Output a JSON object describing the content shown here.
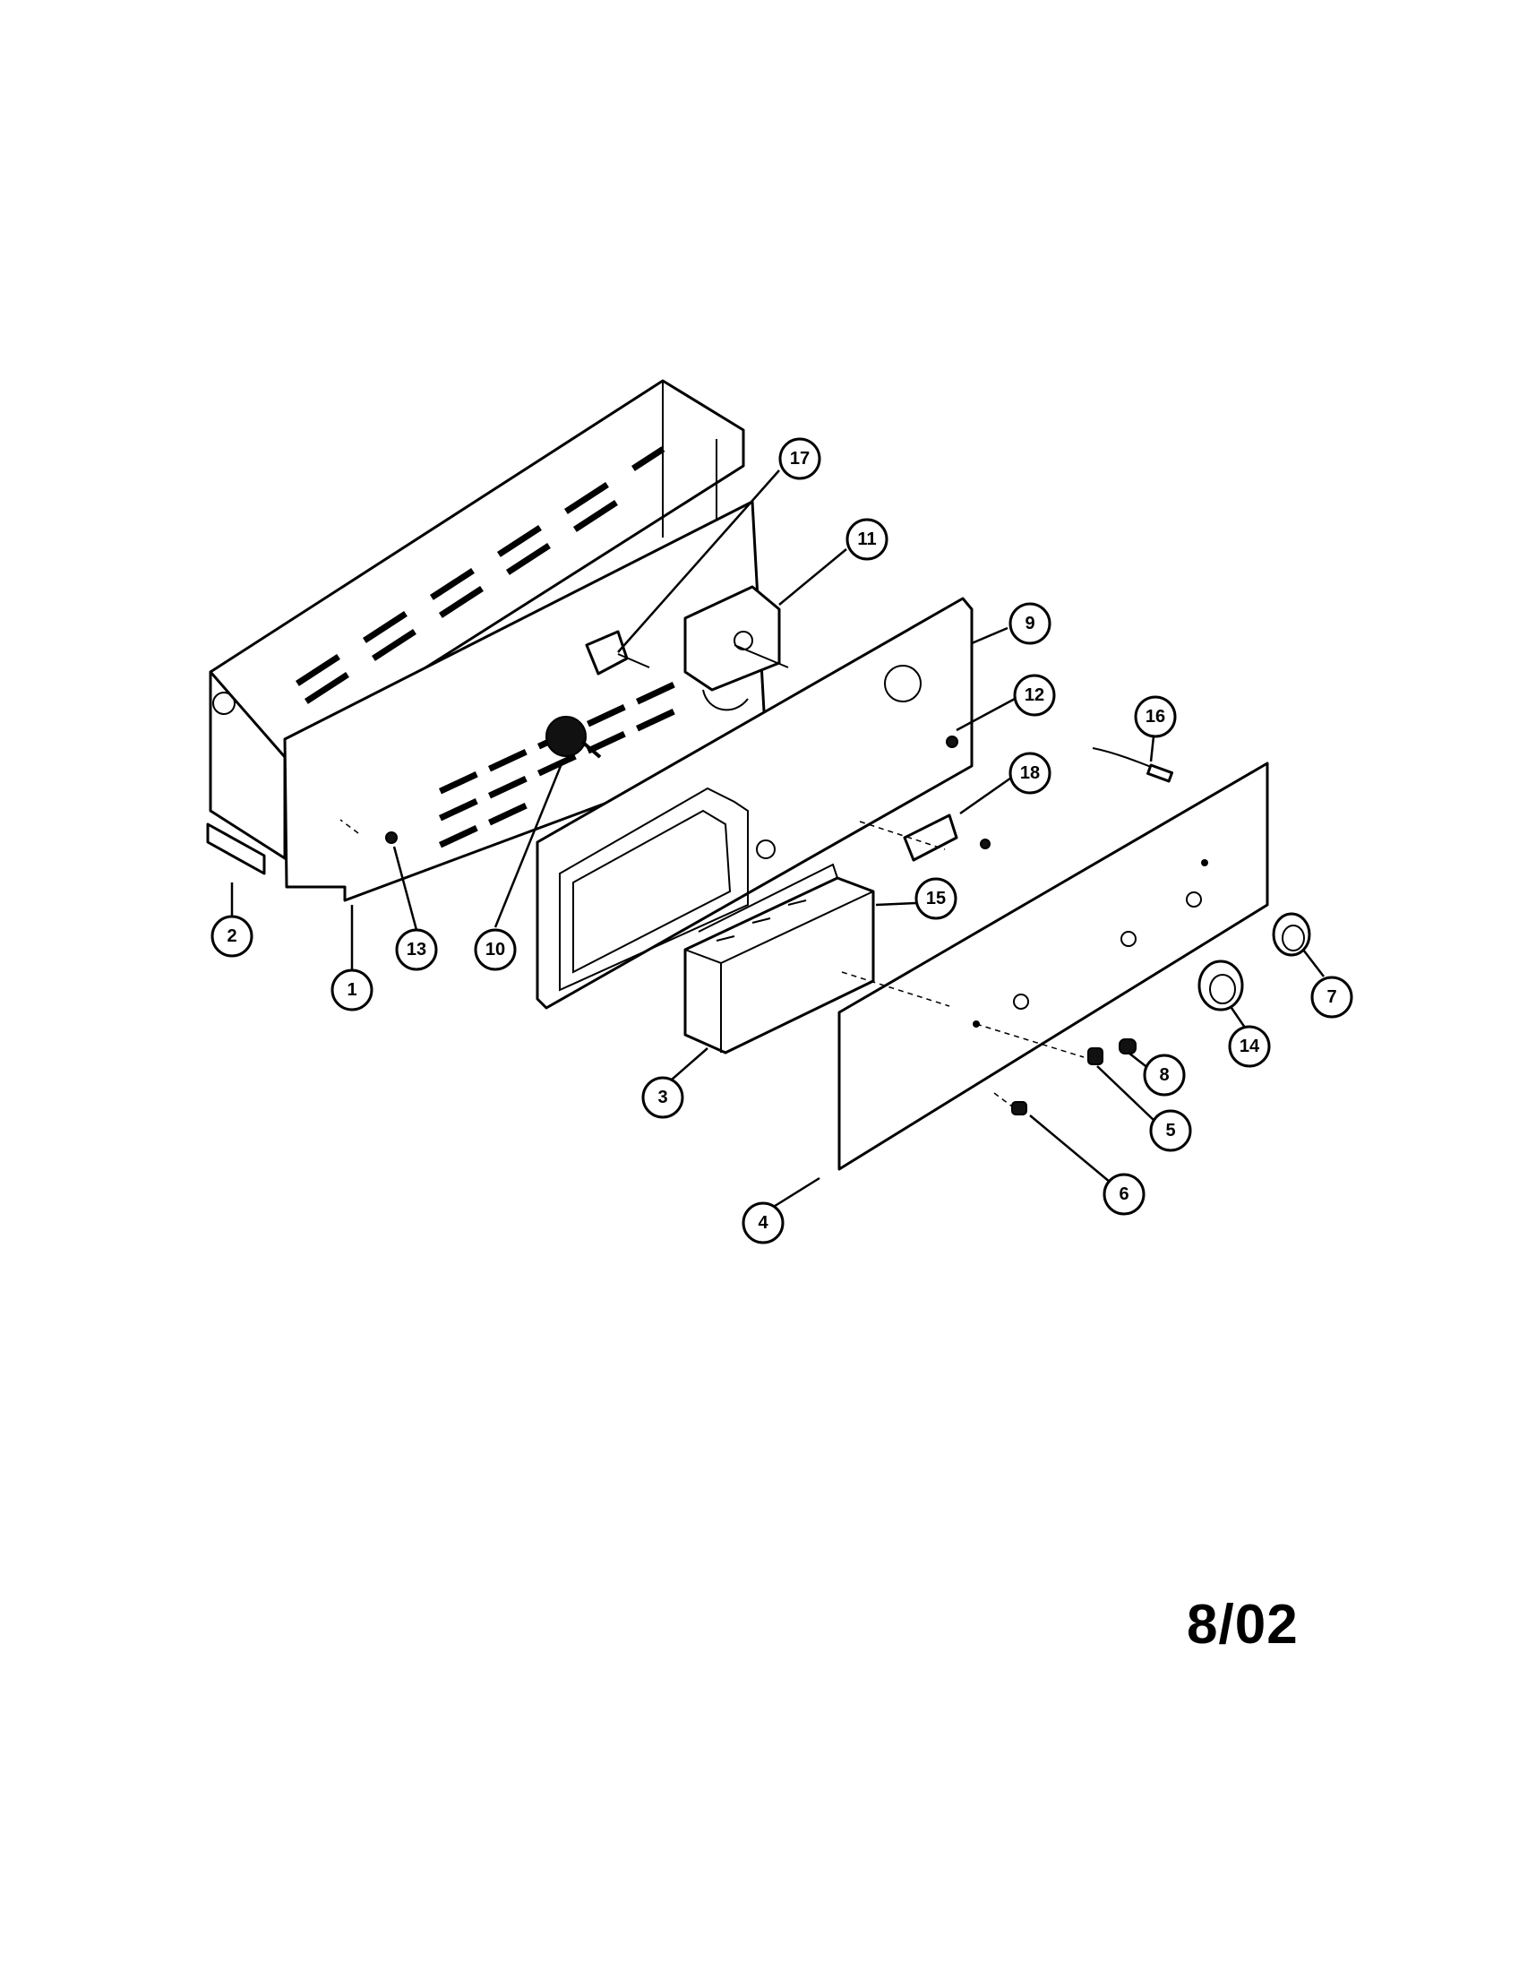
{
  "diagram": {
    "date_stamp": "8/02",
    "callouts": [
      {
        "id": "c1",
        "label": "1"
      },
      {
        "id": "c2",
        "label": "2"
      },
      {
        "id": "c3",
        "label": "3"
      },
      {
        "id": "c4",
        "label": "4"
      },
      {
        "id": "c5",
        "label": "5"
      },
      {
        "id": "c6",
        "label": "6"
      },
      {
        "id": "c7",
        "label": "7"
      },
      {
        "id": "c8",
        "label": "8"
      },
      {
        "id": "c9",
        "label": "9"
      },
      {
        "id": "c10",
        "label": "10"
      },
      {
        "id": "c11",
        "label": "11"
      },
      {
        "id": "c12",
        "label": "12"
      },
      {
        "id": "c13",
        "label": "13"
      },
      {
        "id": "c14",
        "label": "14"
      },
      {
        "id": "c15",
        "label": "15"
      },
      {
        "id": "c16",
        "label": "16"
      },
      {
        "id": "c17",
        "label": "17"
      },
      {
        "id": "c18",
        "label": "18"
      }
    ]
  }
}
